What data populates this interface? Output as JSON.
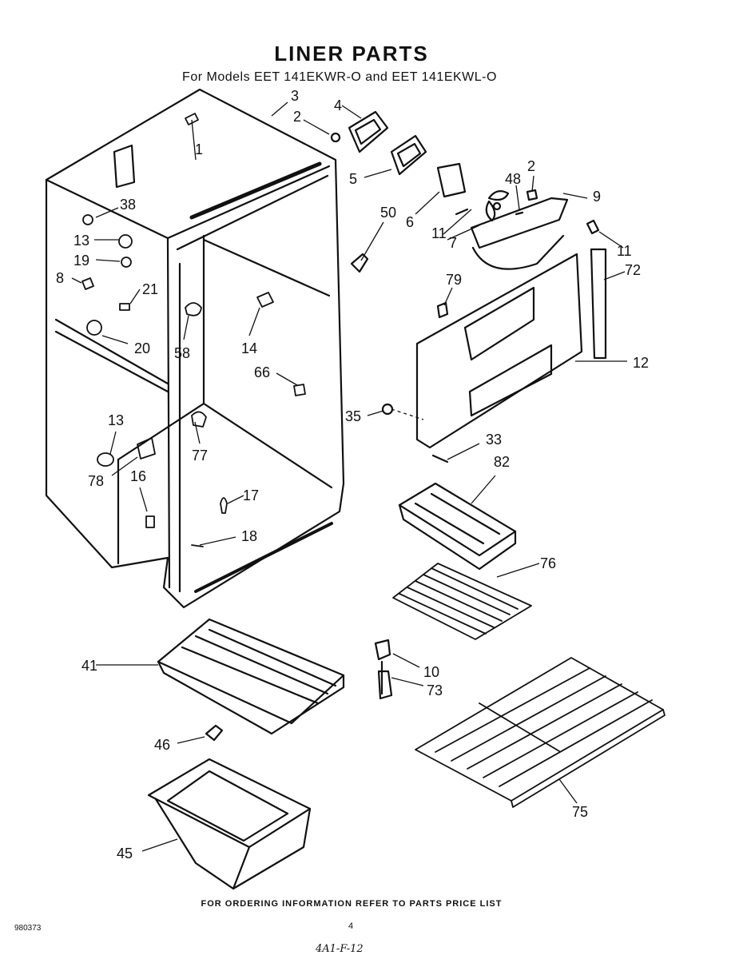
{
  "header": {
    "title": "LINER PARTS",
    "subtitle": "For Models EET 141EKWR-O and EET 141EKWL-O"
  },
  "callouts": [
    "3",
    "4",
    "2",
    "1",
    "5",
    "48",
    "2",
    "9",
    "6",
    "11",
    "7",
    "11",
    "72",
    "38",
    "50",
    "13",
    "19",
    "8",
    "21",
    "79",
    "20",
    "58",
    "14",
    "12",
    "66",
    "13",
    "35",
    "77",
    "33",
    "82",
    "78",
    "16",
    "17",
    "18",
    "76",
    "41",
    "10",
    "73",
    "46",
    "75",
    "45"
  ],
  "footer": {
    "ordering_note": "FOR ORDERING INFORMATION REFER TO PARTS PRICE LIST",
    "doc_number": "980373",
    "page_number": "4",
    "handwritten_note": "4A1-F-12"
  }
}
